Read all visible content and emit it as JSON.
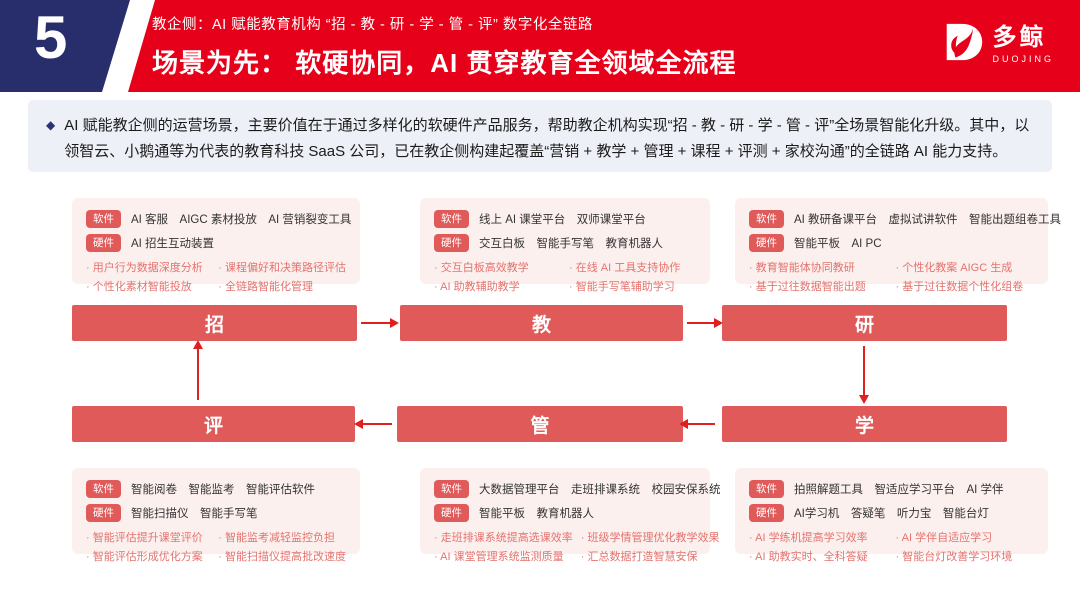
{
  "colors": {
    "header_red": "#e60019",
    "navy_blue": "#272e6b",
    "banner_red": "#e05a5a",
    "card_bg": "#fcf0ee",
    "intro_bg": "#eef0f7",
    "bullet_text": "#e4736e",
    "arrow": "#e01f1f"
  },
  "header": {
    "page_number": "5",
    "kicker": "教企侧：AI 赋能教育机构 “招 - 教 - 研 - 学 - 管 - 评” 数字化全链路",
    "title": "场景为先： 软硬协同，AI 贯穿教育全领域全流程",
    "logo_cn": "多鲸",
    "logo_en": "DUOJING"
  },
  "intro": {
    "marker": "◆",
    "text": "AI 赋能教企侧的运营场景，主要价值在于通过多样化的软硬件产品服务，帮助教企机构实现“招 - 教 - 研 - 学 - 管 - 评”全场景智能化升级。其中，以领智云、小鹅通等为代表的教育科技 SaaS 公司，已在教企侧构建起覆盖“营销 + 教学 + 管理 + 课程 + 评测 + 家校沟通”的全链路 AI 能力支持。"
  },
  "labels": {
    "software": "软件",
    "hardware": "硬件"
  },
  "flow": {
    "top": [
      "招",
      "教",
      "研"
    ],
    "bottom": [
      "评",
      "管",
      "学"
    ]
  },
  "cards": {
    "recruit": {
      "stage": "招",
      "software": [
        "AI 客服",
        "AIGC 素材投放",
        "AI 营销裂变工具"
      ],
      "hardware": [
        "AI 招生互动装置"
      ],
      "bullets": [
        "用户行为数据深度分析",
        "课程偏好和决策路径评估",
        "个性化素材智能投放",
        "全链路智能化管理"
      ]
    },
    "teach": {
      "stage": "教",
      "software": [
        "线上 AI 课堂平台",
        "双师课堂平台"
      ],
      "hardware": [
        "交互白板",
        "智能手写笔",
        "教育机器人"
      ],
      "bullets": [
        "交互白板高效教学",
        "在线 AI 工具支持协作",
        "AI 助教辅助教学",
        "智能手写笔辅助学习"
      ]
    },
    "research": {
      "stage": "研",
      "software": [
        "AI 教研备课平台",
        "虚拟试讲软件",
        "智能出题组卷工具"
      ],
      "hardware": [
        "智能平板",
        "AI PC"
      ],
      "bullets": [
        "教育智能体协同教研",
        "个性化教案 AIGC 生成",
        "基于过往数据智能出题",
        "基于过往数据个性化组卷"
      ]
    },
    "evaluate": {
      "stage": "评",
      "software": [
        "智能阅卷",
        "智能监考",
        "智能评估软件"
      ],
      "hardware": [
        "智能扫描仪",
        "智能手写笔"
      ],
      "bullets": [
        "智能评估提升课堂评价",
        "智能监考减轻监控负担",
        "智能评估形成优化方案",
        "智能扫描仪提高批改速度"
      ]
    },
    "manage": {
      "stage": "管",
      "software": [
        "大数据管理平台",
        "走班排课系统",
        "校园安保系统"
      ],
      "hardware": [
        "智能平板",
        "教育机器人"
      ],
      "bullets": [
        "走班排课系统提高选课效率",
        "班级学情管理优化教学效果",
        "AI 课堂管理系统监测质量",
        "汇总数据打造智慧安保"
      ]
    },
    "learn": {
      "stage": "学",
      "software": [
        "拍照解题工具",
        "智适应学习平台",
        "AI 学伴"
      ],
      "hardware": [
        "AI学习机",
        "答疑笔",
        "听力宝",
        "智能台灯"
      ],
      "bullets": [
        "AI 学练机提高学习效率",
        "AI 学伴自适应学习",
        "AI 助教实时、全科答疑",
        "智能台灯改善学习环境"
      ]
    }
  }
}
